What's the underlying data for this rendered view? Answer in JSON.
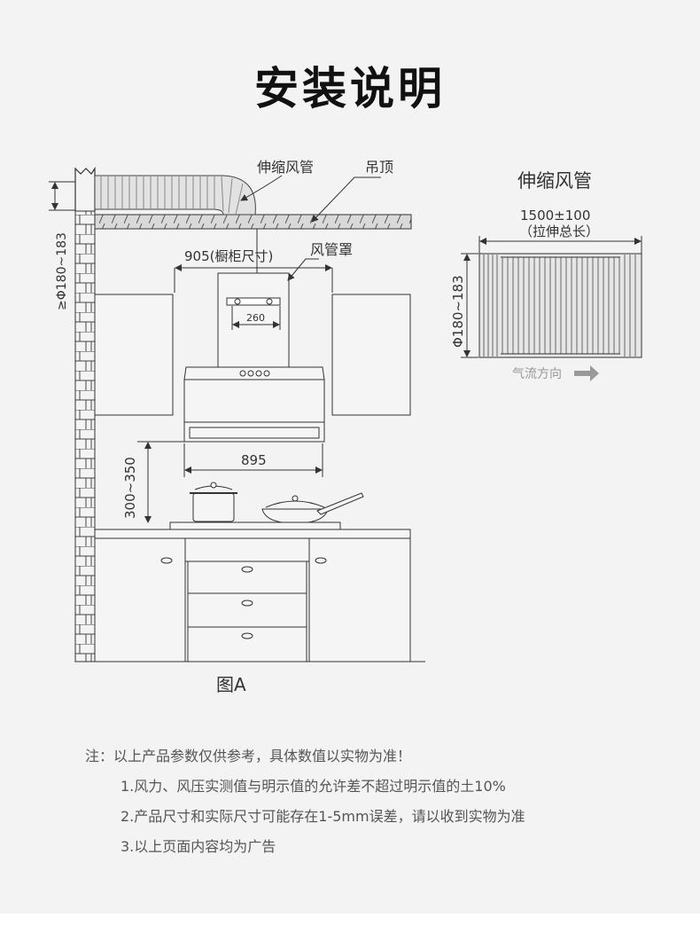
{
  "title": "安装说明",
  "figA": {
    "caption": "图A",
    "label_duct": "伸缩风管",
    "label_ceiling": "吊顶",
    "label_cover": "风管罩",
    "cabinet_width": "905(橱柜尺寸)",
    "bracket_width": "260",
    "hood_width": "895",
    "height_range": "300~350",
    "duct_diameter": "≥Φ180~183"
  },
  "figB": {
    "title": "伸缩风管",
    "length_value": "1500±100",
    "length_note": "（拉伸总长）",
    "diameter": "Φ180~183",
    "airflow": "气流方向"
  },
  "notes": {
    "heading": "注：以上产品参数仅供参考，具体数值以实物为准！",
    "items": [
      "1.风力、风压实测值与明示值的允许差不超过明示值的土10%",
      "2.产品尺寸和实际尺寸可能存在1-5mm误差，请以收到实物为准",
      "3.以上页面内容均为广告"
    ]
  }
}
